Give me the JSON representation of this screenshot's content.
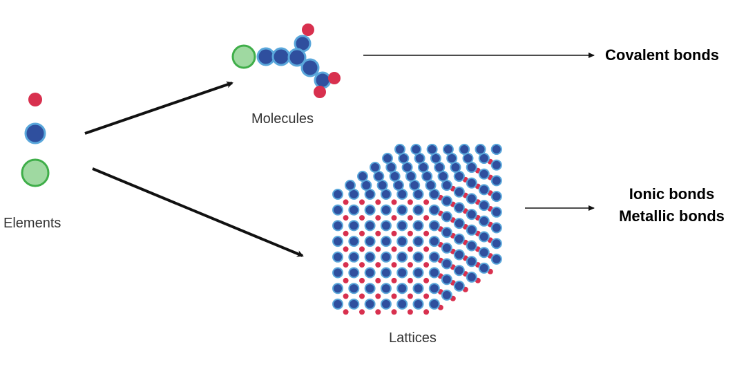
{
  "labels": {
    "elements": "Elements",
    "molecules": "Molecules",
    "lattices": "Lattices"
  },
  "bonds": {
    "covalent": "Covalent bonds",
    "ionic": "Ionic bonds",
    "metallic": "Metallic bonds"
  },
  "colors": {
    "red_atom": "#d8304e",
    "blue_atom": "#2f4f9e",
    "blue_atom_rim": "#5aa7db",
    "green_atom": "#9fd9a1",
    "green_atom_rim": "#3fae49",
    "arrow": "#111111"
  }
}
